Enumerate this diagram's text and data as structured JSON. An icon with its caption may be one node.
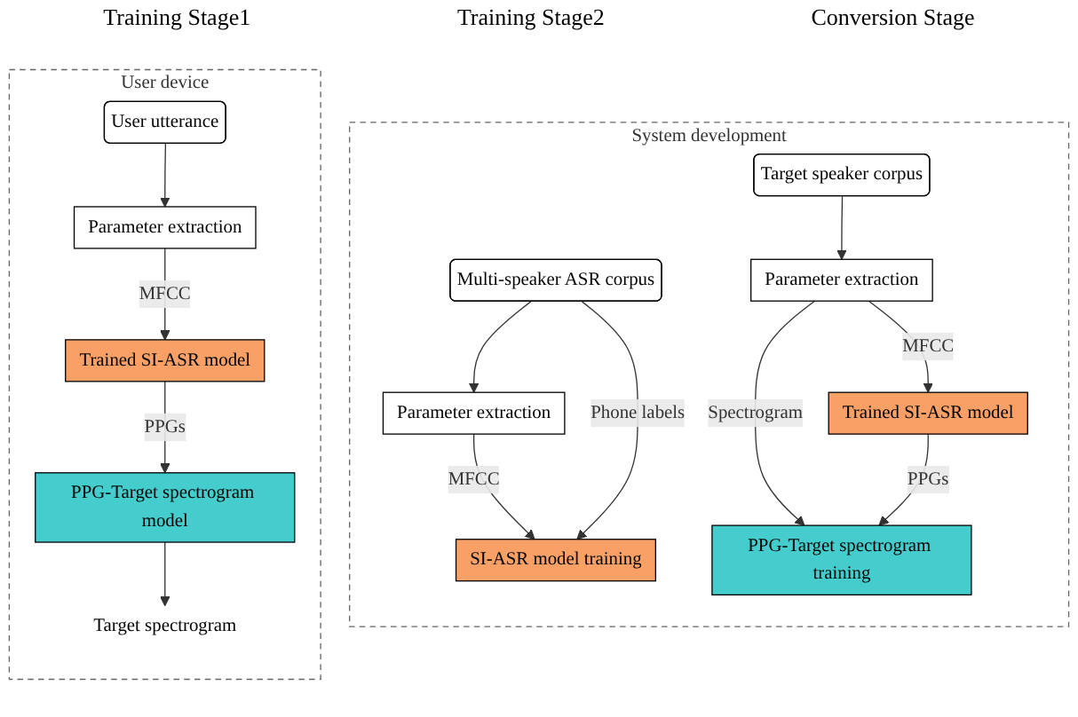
{
  "diagram": {
    "nodes": [
      {
        "text": [
          "System development"
        ]
      },
      {
        "text": [
          "User device"
        ]
      },
      {
        "text": [
          "Multi-speaker ASR corpus"
        ],
        "in": 0
      },
      {
        "text": [
          "Parameter extraction"
        ],
        "in": 0
      },
      {
        "text": [
          "SI-ASR model training"
        ],
        "in": 0
      },
      {
        "text": [
          "Target speaker corpus"
        ],
        "in": 0
      },
      {
        "text": [
          "Parameter extraction"
        ],
        "in": 0
      },
      {
        "text": [
          "Trained SI-ASR model"
        ],
        "in": 0
      },
      {
        "text": [
          "PPG-Target spectrogram training"
        ],
        "in": 0
      },
      {
        "text": [
          "User utterance"
        ],
        "in": 1
      },
      {
        "text": [
          "Parameter extraction"
        ],
        "in": 1
      },
      {
        "text": [
          "Trained SI-ASR model"
        ],
        "in": 1
      },
      {
        "text": [
          "PPG-Target spectrogram model"
        ],
        "in": 1
      },
      {
        "text": [
          "Target spectrogram"
        ],
        "in": 1
      }
    ],
    "edges": [
      {
        "from": 2,
        "to": 3,
        "arrow": "to"
      },
      {
        "from": 3,
        "to": 4,
        "arrow": "to",
        "label": "MFCC"
      },
      {
        "from": 2,
        "to": 4,
        "arrow": "to",
        "label": "Phone labels"
      },
      {
        "from": 5,
        "to": 6,
        "arrow": "to"
      },
      {
        "from": 6,
        "to": 7,
        "arrow": "to",
        "label": "MFCC"
      },
      {
        "from": 6,
        "to": 8,
        "arrow": "to",
        "label": "Spectrogram"
      },
      {
        "from": 7,
        "to": 8,
        "arrow": "to",
        "label": "PPGs"
      },
      {
        "from": 9,
        "to": 10,
        "arrow": "to"
      },
      {
        "from": 10,
        "to": 11,
        "arrow": "to",
        "label": "MFCC"
      },
      {
        "from": 11,
        "to": 12,
        "arrow": "to",
        "label": "PPGs"
      },
      {
        "from": 12,
        "to": 13,
        "arrow": "to"
      }
    ],
    "labels": [
      "Training Stage1",
      "Training Stage2",
      "Conversion Stage"
    ]
  }
}
